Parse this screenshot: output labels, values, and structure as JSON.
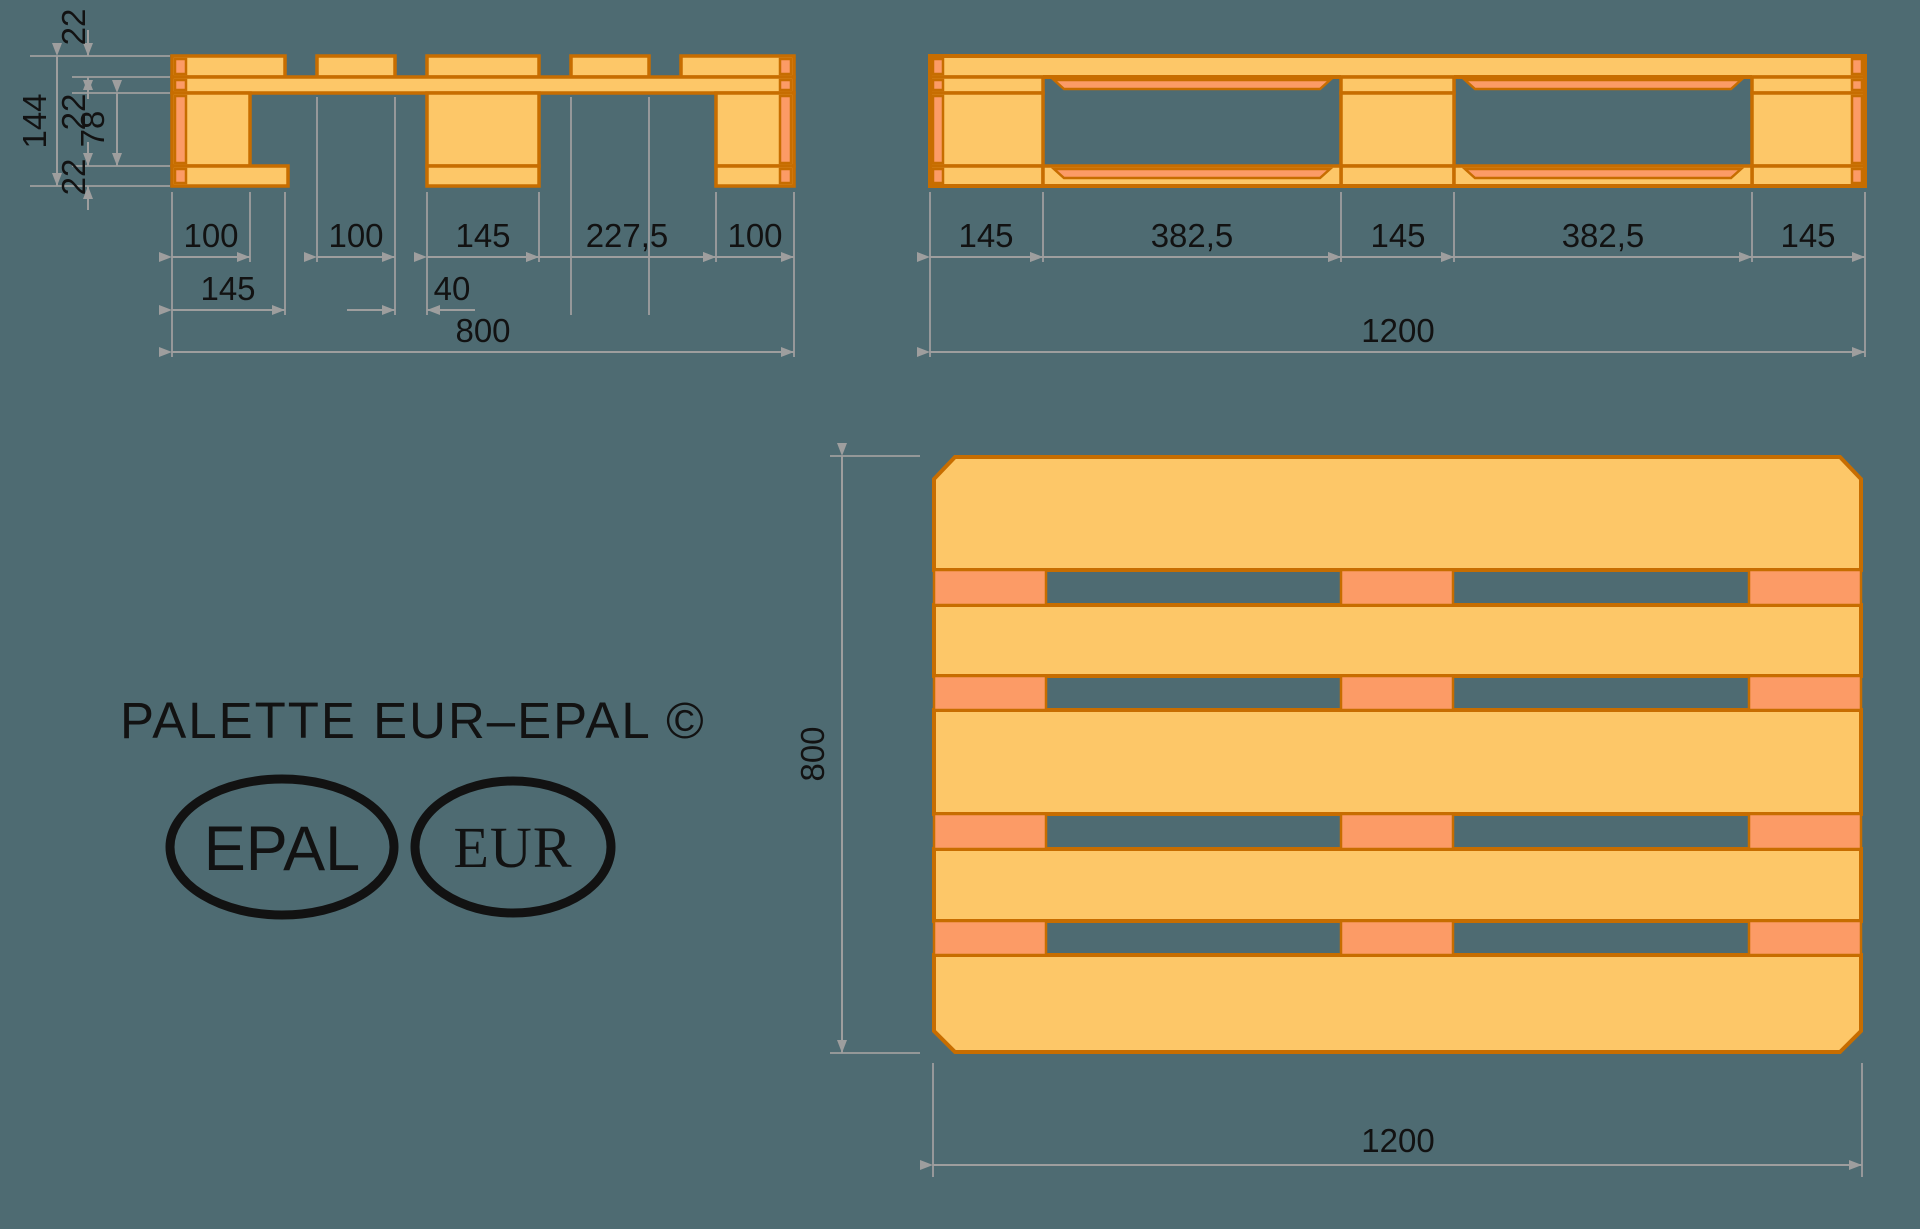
{
  "colors": {
    "bg": "#4E6B72",
    "wood": "#FDC768",
    "wood_end": "#FC9B66",
    "outline": "#C76D00",
    "dim": "#9E9E9E"
  },
  "title": "PALETTE EUR–EPAL ©",
  "logos": {
    "epal": "EPAL",
    "eur": "EUR"
  },
  "views": {
    "end_view": {
      "vertical_dims": [
        "22",
        "144",
        "22",
        "78",
        "22"
      ],
      "row1": [
        "100",
        "100",
        "145",
        "227,5",
        "100"
      ],
      "row2": [
        "145",
        "40"
      ],
      "total": "800"
    },
    "side_view": {
      "row1": [
        "145",
        "382,5",
        "145",
        "382,5",
        "145"
      ],
      "total": "1200"
    },
    "top_view": {
      "height": "800",
      "width": "1200"
    }
  }
}
